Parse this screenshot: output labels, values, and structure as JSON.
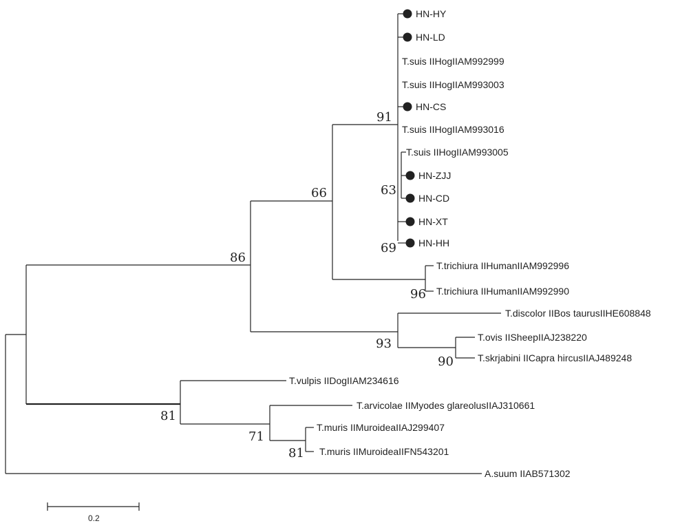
{
  "tree": {
    "taxa": [
      {
        "label": "HN-HY",
        "marked": true
      },
      {
        "label": "HN-LD",
        "marked": true
      },
      {
        "label": "T.suis IIHogIIAM992999",
        "marked": false
      },
      {
        "label": "T.suis IIHogIIAM993003",
        "marked": false
      },
      {
        "label": "HN-CS",
        "marked": true
      },
      {
        "label": "T.suis IIHogIIAM993016",
        "marked": false
      },
      {
        "label": "T.suis IIHogIIAM993005",
        "marked": false
      },
      {
        "label": "HN-ZJJ",
        "marked": true
      },
      {
        "label": "HN-CD",
        "marked": true
      },
      {
        "label": "HN-XT",
        "marked": true
      },
      {
        "label": "HN-HH",
        "marked": true
      },
      {
        "label": "T.trichiura IIHumanIIAM992996",
        "marked": false
      },
      {
        "label": "T.trichiura IIHumanIIAM992990",
        "marked": false
      },
      {
        "label": "T.discolor IIBos taurusIIHE608848",
        "marked": false
      },
      {
        "label": "T.ovis IISheepIIAJ238220",
        "marked": false
      },
      {
        "label": "T.skrjabini IICapra hircusIIAJ489248",
        "marked": false
      },
      {
        "label": "T.vulpis IIDogIIAM234616",
        "marked": false
      },
      {
        "label": "T.arvicolae IIMyodes glareolusIIAJ310661",
        "marked": false
      },
      {
        "label": "T.muris IIMuroideaIIAJ299407",
        "marked": false
      },
      {
        "label": "T.muris IIMuroideaIIFN543201",
        "marked": false
      },
      {
        "label": "A.suum IIAB571302",
        "marked": false
      }
    ],
    "bootstrap_values": [
      "91",
      "63",
      "69",
      "66",
      "96",
      "86",
      "90",
      "93",
      "71",
      "81",
      "81"
    ],
    "scale_bar_label": "0.2"
  }
}
